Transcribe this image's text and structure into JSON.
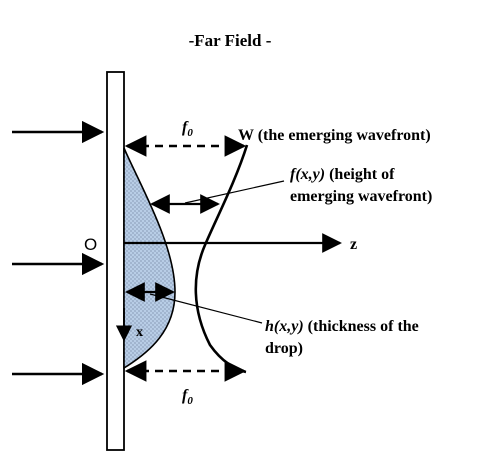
{
  "figure": {
    "title": "-Far Field -",
    "origin_label": "O",
    "z_axis_label": "z",
    "x_axis_label": "x",
    "f0_top_label": "f",
    "f0_top_sub": "0",
    "f0_bottom_label": "f",
    "f0_bottom_sub": "0",
    "w_label": "W (the emerging wavefront)",
    "f_label_func": "f(x,y)",
    "f_label_rest": " (height of",
    "f_label_line2": "emerging wavefront)",
    "h_label_func": "h(x,y)",
    "h_label_rest": " (thickness of the",
    "h_label_line2": "drop)"
  },
  "colors": {
    "drop_fill": "#b8cde6",
    "stroke": "#000000"
  }
}
